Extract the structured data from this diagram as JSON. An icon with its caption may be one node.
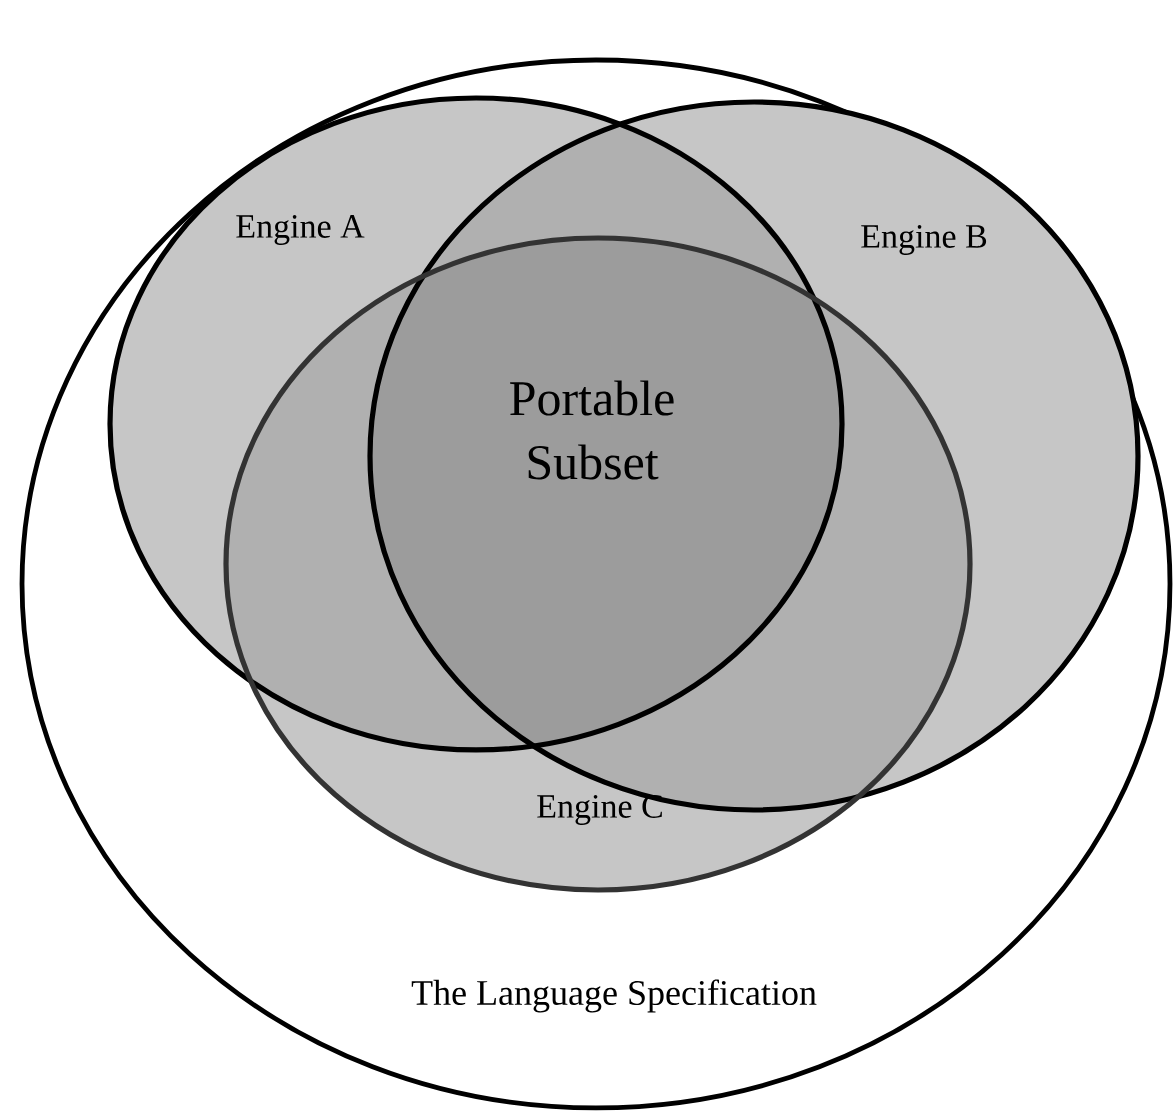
{
  "diagram": {
    "nodes": [
      {
        "text": [
          "The Language Specification"
        ]
      },
      {
        "text": [
          "Engine A"
        ],
        "in": 0
      },
      {
        "text": [
          "Engine B"
        ],
        "in": 0
      },
      {
        "text": [
          "Engine C"
        ],
        "in": 0
      }
    ],
    "labels": [
      "Portable Subset"
    ]
  }
}
